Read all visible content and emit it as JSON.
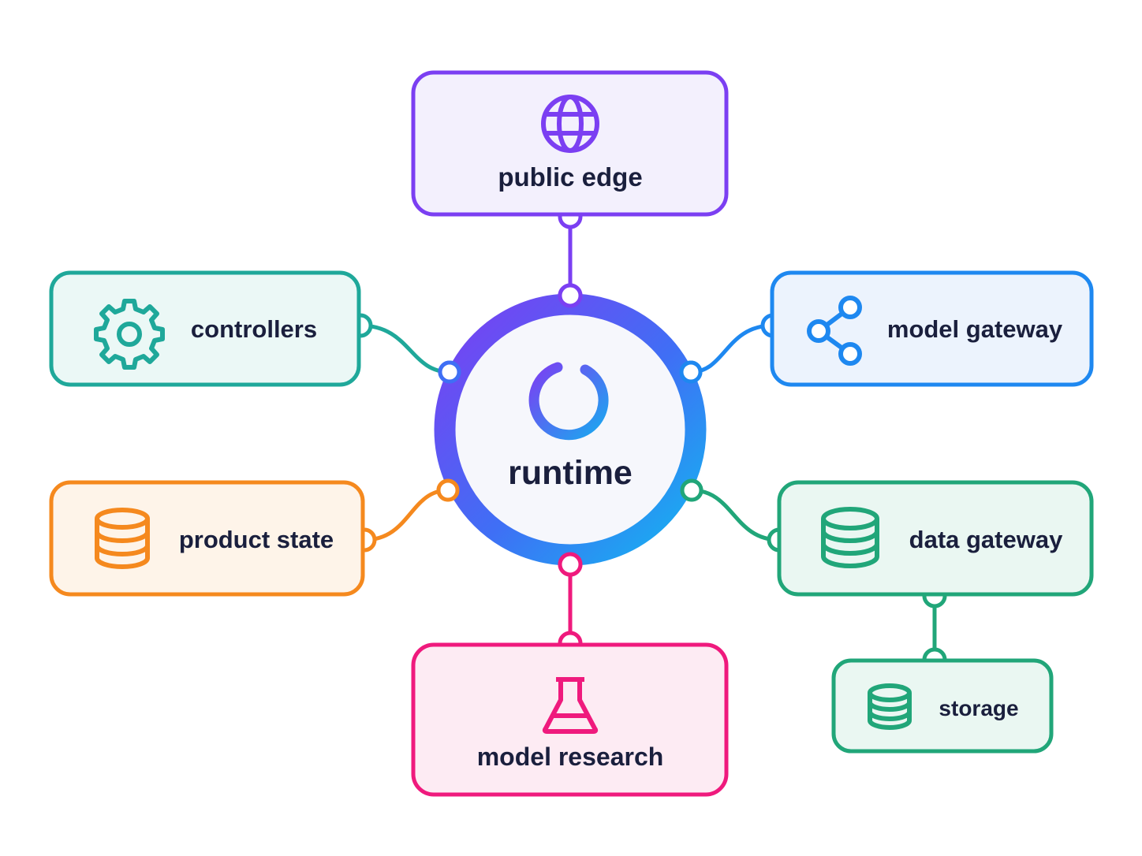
{
  "diagram": {
    "hub": {
      "label": "runtime",
      "icon": "loading-ring-icon"
    },
    "nodes": [
      {
        "id": "public-edge",
        "label": "public edge",
        "icon": "globe-icon",
        "color": "#7b3ff2",
        "fill": "#f3f0fd"
      },
      {
        "id": "controllers",
        "label": "controllers",
        "icon": "gear-icon",
        "color": "#1fa89a",
        "fill": "#ebf8f6"
      },
      {
        "id": "model-gateway",
        "label": "model gateway",
        "icon": "share-icon",
        "color": "#1e88f0",
        "fill": "#ecf3fd"
      },
      {
        "id": "product-state",
        "label": "product state",
        "icon": "database-icon",
        "color": "#f5891e",
        "fill": "#fef4e9"
      },
      {
        "id": "data-gateway",
        "label": "data gateway",
        "icon": "database-icon",
        "color": "#21a679",
        "fill": "#eaf7f2"
      },
      {
        "id": "storage",
        "label": "storage",
        "icon": "database-icon",
        "color": "#21a679",
        "fill": "#eaf7f2"
      },
      {
        "id": "model-research",
        "label": "model research",
        "icon": "flask-icon",
        "color": "#ef1a7d",
        "fill": "#fdebf3"
      }
    ],
    "edges": [
      {
        "from": "runtime",
        "to": "public-edge"
      },
      {
        "from": "runtime",
        "to": "controllers"
      },
      {
        "from": "runtime",
        "to": "model-gateway"
      },
      {
        "from": "runtime",
        "to": "product-state"
      },
      {
        "from": "runtime",
        "to": "data-gateway"
      },
      {
        "from": "runtime",
        "to": "model-research"
      },
      {
        "from": "data-gateway",
        "to": "storage"
      }
    ]
  }
}
